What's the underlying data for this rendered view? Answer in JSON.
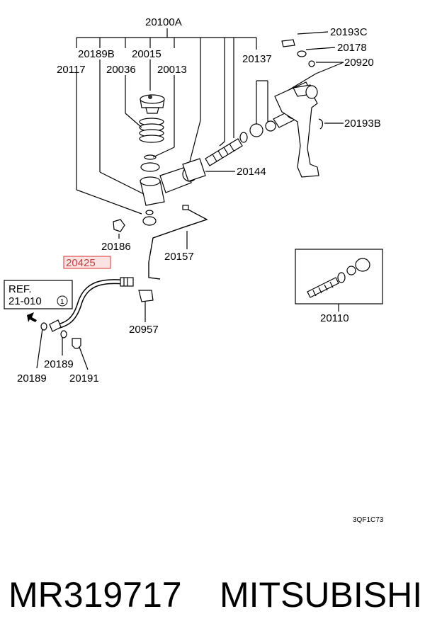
{
  "labels": {
    "l20100A": "20100A",
    "l20193C": "20193C",
    "l20178": "20178",
    "l20920": "20920",
    "l20189B": "20189B",
    "l20015": "20015",
    "l20137": "20137",
    "l20117": "20117",
    "l20036": "20036",
    "l20013": "20013",
    "l20193B": "20193B",
    "l20144": "20144",
    "l20186": "20186",
    "l20157": "20157",
    "l20425": "20425",
    "l20957": "20957",
    "l20110": "20110",
    "l20189a": "20189",
    "l20189b": "20189",
    "l20191": "20191",
    "ref_line1": "REF.",
    "ref_line2": "21-010",
    "ref_num": "1",
    "drawing_code": "3QF1C73"
  },
  "highlight": {
    "part": "20425",
    "color": "#e05050"
  },
  "footer": {
    "part_number": "MR319717",
    "brand": "MITSUBISHI"
  }
}
